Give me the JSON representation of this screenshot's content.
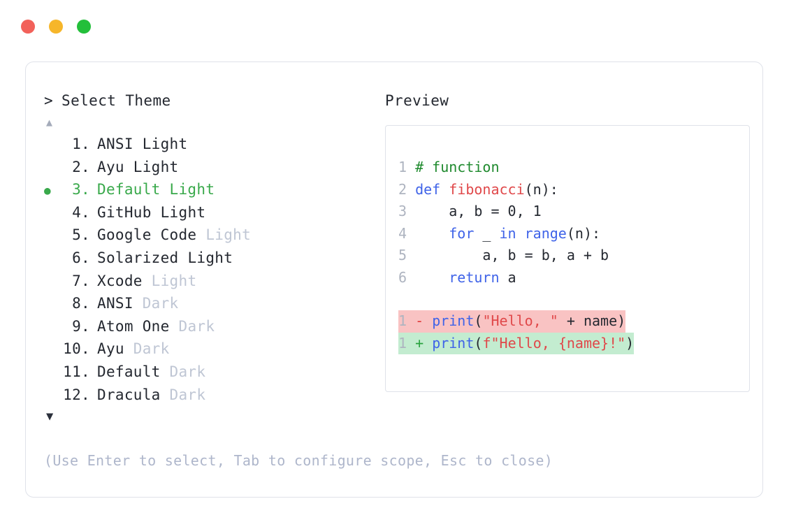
{
  "window": {
    "traffic_lights": [
      {
        "name": "close",
        "color": "#f2615a"
      },
      {
        "name": "minimize",
        "color": "#f6b62a"
      },
      {
        "name": "maximize",
        "color": "#23bf3a"
      }
    ]
  },
  "selector": {
    "caret": ">",
    "title": "Select Theme",
    "scroll_up_glyph": "▲",
    "scroll_down_glyph": "▼",
    "selected_index": 3,
    "selected_bullet": "●",
    "accent_color": "#39a94b",
    "dim_color": "#bfc6d4",
    "items": [
      {
        "index": "1.",
        "main": "ANSI ",
        "suffix": "Light",
        "dim": false,
        "selected": false
      },
      {
        "index": "2.",
        "main": "Ayu ",
        "suffix": "Light",
        "dim": false,
        "selected": false
      },
      {
        "index": "3.",
        "main": "Default ",
        "suffix": "Light",
        "dim": false,
        "selected": true
      },
      {
        "index": "4.",
        "main": "GitHub ",
        "suffix": "Light",
        "dim": false,
        "selected": false
      },
      {
        "index": "5.",
        "main": "Google Code ",
        "suffix": "Light",
        "dim": true,
        "selected": false
      },
      {
        "index": "6.",
        "main": "Solarized ",
        "suffix": "Light",
        "dim": false,
        "selected": false
      },
      {
        "index": "7.",
        "main": "Xcode ",
        "suffix": "Light",
        "dim": true,
        "selected": false
      },
      {
        "index": "8.",
        "main": "ANSI ",
        "suffix": "Dark",
        "dim": true,
        "selected": false
      },
      {
        "index": "9.",
        "main": "Atom One ",
        "suffix": "Dark",
        "dim": true,
        "selected": false
      },
      {
        "index": "10.",
        "main": "Ayu ",
        "suffix": "Dark",
        "dim": true,
        "selected": false
      },
      {
        "index": "11.",
        "main": "Default ",
        "suffix": "Dark",
        "dim": true,
        "selected": false
      },
      {
        "index": "12.",
        "main": "Dracula ",
        "suffix": "Dark",
        "dim": true,
        "selected": false
      }
    ]
  },
  "preview": {
    "heading": "Preview",
    "code_lines": [
      {
        "num": "1",
        "tokens": [
          {
            "t": "# function",
            "c": "c-comment"
          }
        ]
      },
      {
        "num": "2",
        "tokens": [
          {
            "t": "def ",
            "c": "c-keyword"
          },
          {
            "t": "fibonacci",
            "c": "c-func"
          },
          {
            "t": "(n):",
            "c": "c-plain"
          }
        ]
      },
      {
        "num": "3",
        "tokens": [
          {
            "t": "    a, b = 0, 1",
            "c": "c-plain"
          }
        ]
      },
      {
        "num": "4",
        "tokens": [
          {
            "t": "    ",
            "c": "c-plain"
          },
          {
            "t": "for",
            "c": "c-keyword"
          },
          {
            "t": " _ ",
            "c": "c-plain"
          },
          {
            "t": "in ",
            "c": "c-keyword"
          },
          {
            "t": "range",
            "c": "c-keyword"
          },
          {
            "t": "(n):",
            "c": "c-plain"
          }
        ]
      },
      {
        "num": "5",
        "tokens": [
          {
            "t": "        a, b = b, a + b",
            "c": "c-plain"
          }
        ]
      },
      {
        "num": "6",
        "tokens": [
          {
            "t": "    ",
            "c": "c-plain"
          },
          {
            "t": "return",
            "c": "c-keyword"
          },
          {
            "t": " a",
            "c": "c-plain"
          }
        ]
      }
    ],
    "diff_lines": [
      {
        "num": "1",
        "marker": "-",
        "kind": "del",
        "tokens": [
          {
            "t": "print",
            "c": "c-keyword"
          },
          {
            "t": "(",
            "c": "c-plain"
          },
          {
            "t": "\"Hello, \"",
            "c": "c-string"
          },
          {
            "t": " + name)",
            "c": "c-plain"
          }
        ]
      },
      {
        "num": "1",
        "marker": "+",
        "kind": "add",
        "tokens": [
          {
            "t": "print",
            "c": "c-keyword"
          },
          {
            "t": "(",
            "c": "c-plain"
          },
          {
            "t": "f\"Hello, {name}!\"",
            "c": "c-string"
          },
          {
            "t": ")",
            "c": "c-plain"
          }
        ]
      }
    ],
    "colors": {
      "comment": "#1f8a2e",
      "keyword": "#3f63e8",
      "function": "#e0484a",
      "string": "#e0484a",
      "plain": "#242830",
      "line_number": "#aeb4c0",
      "diff_del_bg": "#f9c3c3",
      "diff_add_bg": "#c3ecd0",
      "diff_del_marker": "#e03b3b",
      "diff_add_marker": "#2aa33f"
    }
  },
  "footer": {
    "hint": "(Use Enter to select, Tab to configure scope, Esc to close)"
  }
}
